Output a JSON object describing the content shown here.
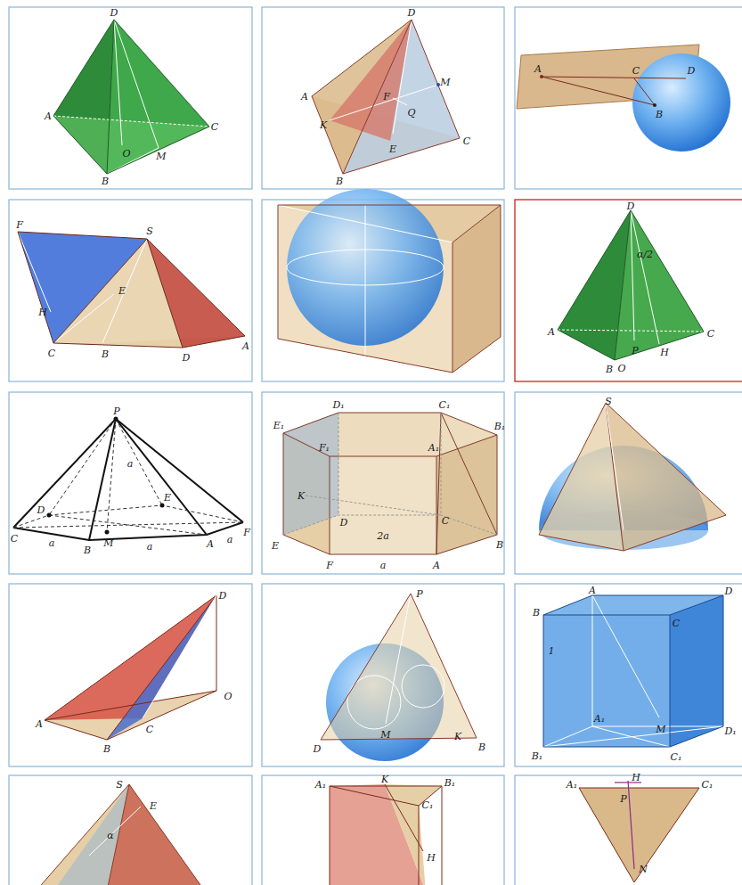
{
  "diagram": {
    "labels": [
      "D",
      "A",
      "C",
      "B",
      "O",
      "M",
      "D",
      "M",
      "A",
      "F",
      "Q",
      "K",
      "E",
      "C",
      "B",
      "A",
      "C",
      "D",
      "B",
      "F",
      "S",
      "E",
      "H",
      "C",
      "B",
      "D",
      "A",
      "D",
      "α/2",
      "A",
      "P",
      "C",
      "O",
      "H",
      "B",
      "P",
      "a",
      "D",
      "E",
      "C",
      "M",
      "B",
      "A",
      "F",
      "a",
      "a",
      "a",
      "E₁",
      "D₁",
      "C₁",
      "B₁",
      "F₁",
      "A₁",
      "K",
      "D",
      "C",
      "E",
      "2a",
      "B",
      "F",
      "a",
      "A",
      "S",
      "D",
      "A",
      "B",
      "C",
      "O",
      "P",
      "D",
      "M",
      "K",
      "B",
      "A",
      "D",
      "B",
      "C",
      "1",
      "A₁",
      "D₁",
      "M",
      "B₁",
      "C₁",
      "S",
      "E",
      "α",
      "A₁",
      "K",
      "B₁",
      "C₁",
      "H",
      "A₁",
      "H",
      "C₁",
      "P",
      "N"
    ]
  }
}
